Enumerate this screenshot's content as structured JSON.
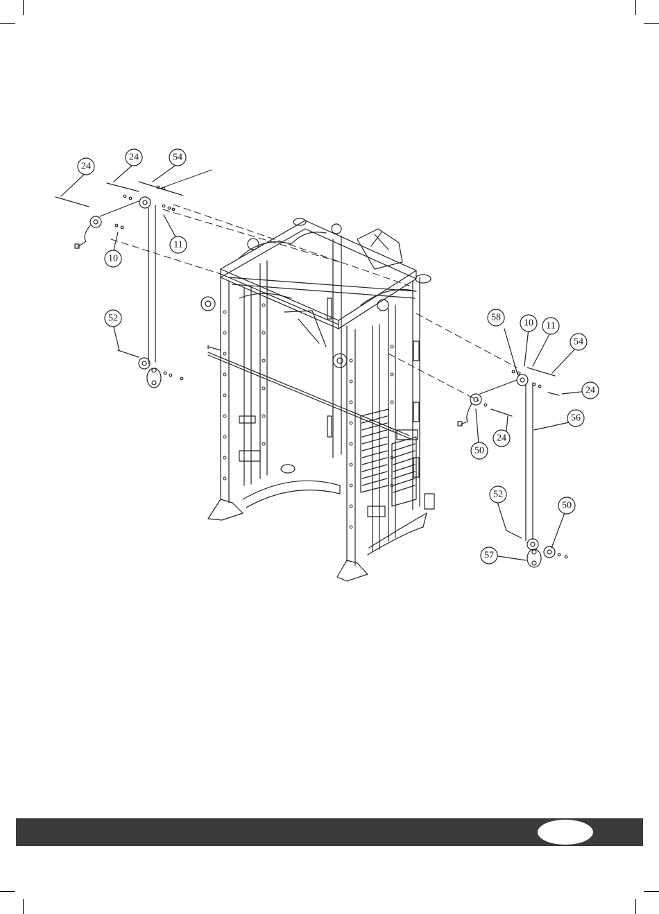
{
  "page": {
    "page_number": ""
  },
  "callouts": {
    "left": [
      "24",
      "24",
      "54",
      "11",
      "10",
      "52"
    ],
    "right": [
      "58",
      "10",
      "11",
      "54",
      "24",
      "56",
      "50",
      "24",
      "52",
      "50",
      "57"
    ]
  }
}
